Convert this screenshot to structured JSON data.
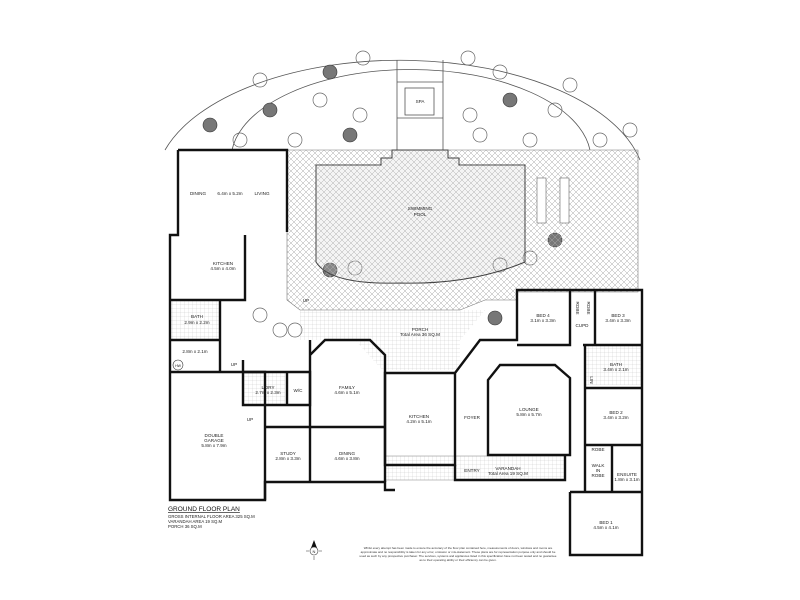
{
  "plan": {
    "title": "GROUND FLOOR PLAN",
    "summary": [
      "GROSS INTERNAL FLOOR AREA  325 SQ.M",
      "VARANDAH AREA 19 SQ.M",
      "PORCH  36 SQ.M"
    ],
    "disclaimer": [
      "Whilst every attempt has been made to ensure the accuracy of the floor plan contained here, measurements of doors, windows and rooms are",
      "approximate and no responsibility is taken for any error, omission or mis-statement. These plans are for representation purpose only and should be",
      "used as such by any prospective purchaser. The services, systems and appliances listed in this specification have not been tested and no guarantee",
      "as to their operating ability or their efficiency can be given."
    ],
    "compass": "N"
  },
  "rooms": {
    "spa": "SPA",
    "pool": [
      "SWIMMING",
      "POOL"
    ],
    "dining_living": {
      "dining": "DINING",
      "size": "6.4m x 5.2m",
      "living": "LIVING"
    },
    "kitchen1": {
      "name": "KITCHEN",
      "size": "4.5m x 4.0m"
    },
    "bath1": {
      "name": "BATH",
      "size": "2.9m x 2.2m"
    },
    "room_a": {
      "size": "2.8m x 2.1m"
    },
    "hw": "HW",
    "up1": "UP",
    "up2": "UP",
    "up3": "UP",
    "laundry": {
      "name": "L'DRY",
      "size": "2.7m x 2.3m"
    },
    "wc": "W/C",
    "garage": {
      "name1": "DOUBLE",
      "name2": "GARAGE",
      "size": "5.8m x 7.9m"
    },
    "family": {
      "name": "FAMILY",
      "size": "4.6m x 5.1m"
    },
    "study": {
      "name": "STUDY",
      "size": "2.8m x 3.3m"
    },
    "dining2": {
      "name": "DINING",
      "size": "4.6m x 3.8m"
    },
    "porch": {
      "name": "PORCH",
      "area": "Total Area 36 SQ.M"
    },
    "kitchen2": {
      "name": "KITCHEN",
      "size": "4.2m x 5.1m"
    },
    "foyer": "FOYER",
    "entry": "ENTRY",
    "lounge": {
      "name": "LOUNGE",
      "size": "5.8m x 5.7m"
    },
    "varandah": {
      "name": "VARANDAH",
      "area": "Total Area 19 SQ.M"
    },
    "bed4": {
      "name": "BED 4",
      "size": "3.1m x 3.3m"
    },
    "bed3": {
      "name": "BED 3",
      "size": "3.4m x 3.3m"
    },
    "robe_a": "ROBE",
    "robe_b": "ROBE",
    "cupd": "CUPD",
    "bath2": {
      "name": "BATH",
      "size": "3.4m x 2.1m"
    },
    "linen": "LIN",
    "bed2": {
      "name": "BED 2",
      "size": "3.4m x 3.2m"
    },
    "robe_c": "ROBE",
    "walk_in_robe": [
      "WALK",
      "IN",
      "ROBE"
    ],
    "ensuite": {
      "name": "ENSUITE",
      "size": "1.8m x 3.1m"
    },
    "bed1": {
      "name": "BED 1",
      "size": "4.5m x 4.1m"
    }
  }
}
